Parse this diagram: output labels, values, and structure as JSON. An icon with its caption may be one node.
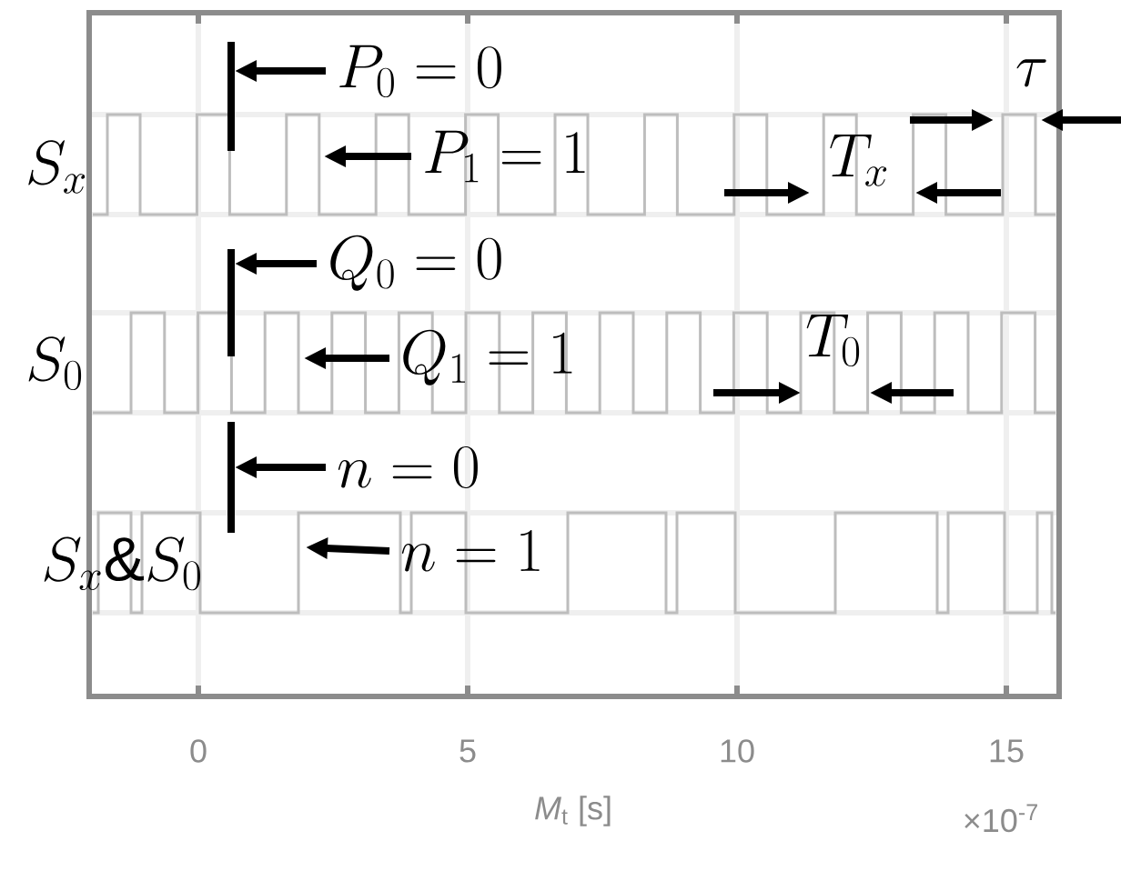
{
  "diagram": {
    "nodes": [
      {
        "text": [],
        "shape": "bar"
      },
      {
        "text": [
          "P_0 = 0"
        ]
      },
      {
        "text": [
          "P_1 = 1"
        ]
      },
      {
        "text": [],
        "shape": "bar"
      },
      {
        "text": [
          "Q_0 = 0"
        ]
      },
      {
        "text": [
          "Q_1 = 1"
        ]
      },
      {
        "text": [],
        "shape": "bar"
      },
      {
        "text": [
          "n = 0"
        ]
      },
      {
        "text": [
          "n = 1"
        ]
      }
    ],
    "edges": [
      {
        "from": 1,
        "to": 0,
        "arrow": "to"
      },
      {
        "from": 2,
        "to": null,
        "arrow": "to"
      },
      {
        "from": 4,
        "to": 3,
        "arrow": "to"
      },
      {
        "from": 5,
        "to": null,
        "arrow": "to"
      },
      {
        "from": 7,
        "to": 6,
        "arrow": "to"
      },
      {
        "from": 8,
        "to": null,
        "arrow": "to"
      }
    ],
    "labels": [
      "\\tau",
      "S_x",
      "T_x",
      "T_0",
      "S_0",
      "S_x \\& S_0",
      "0",
      "5",
      "10",
      "15",
      "*M*$_{t}$ [s]",
      "×10$^{-7}$"
    ]
  }
}
